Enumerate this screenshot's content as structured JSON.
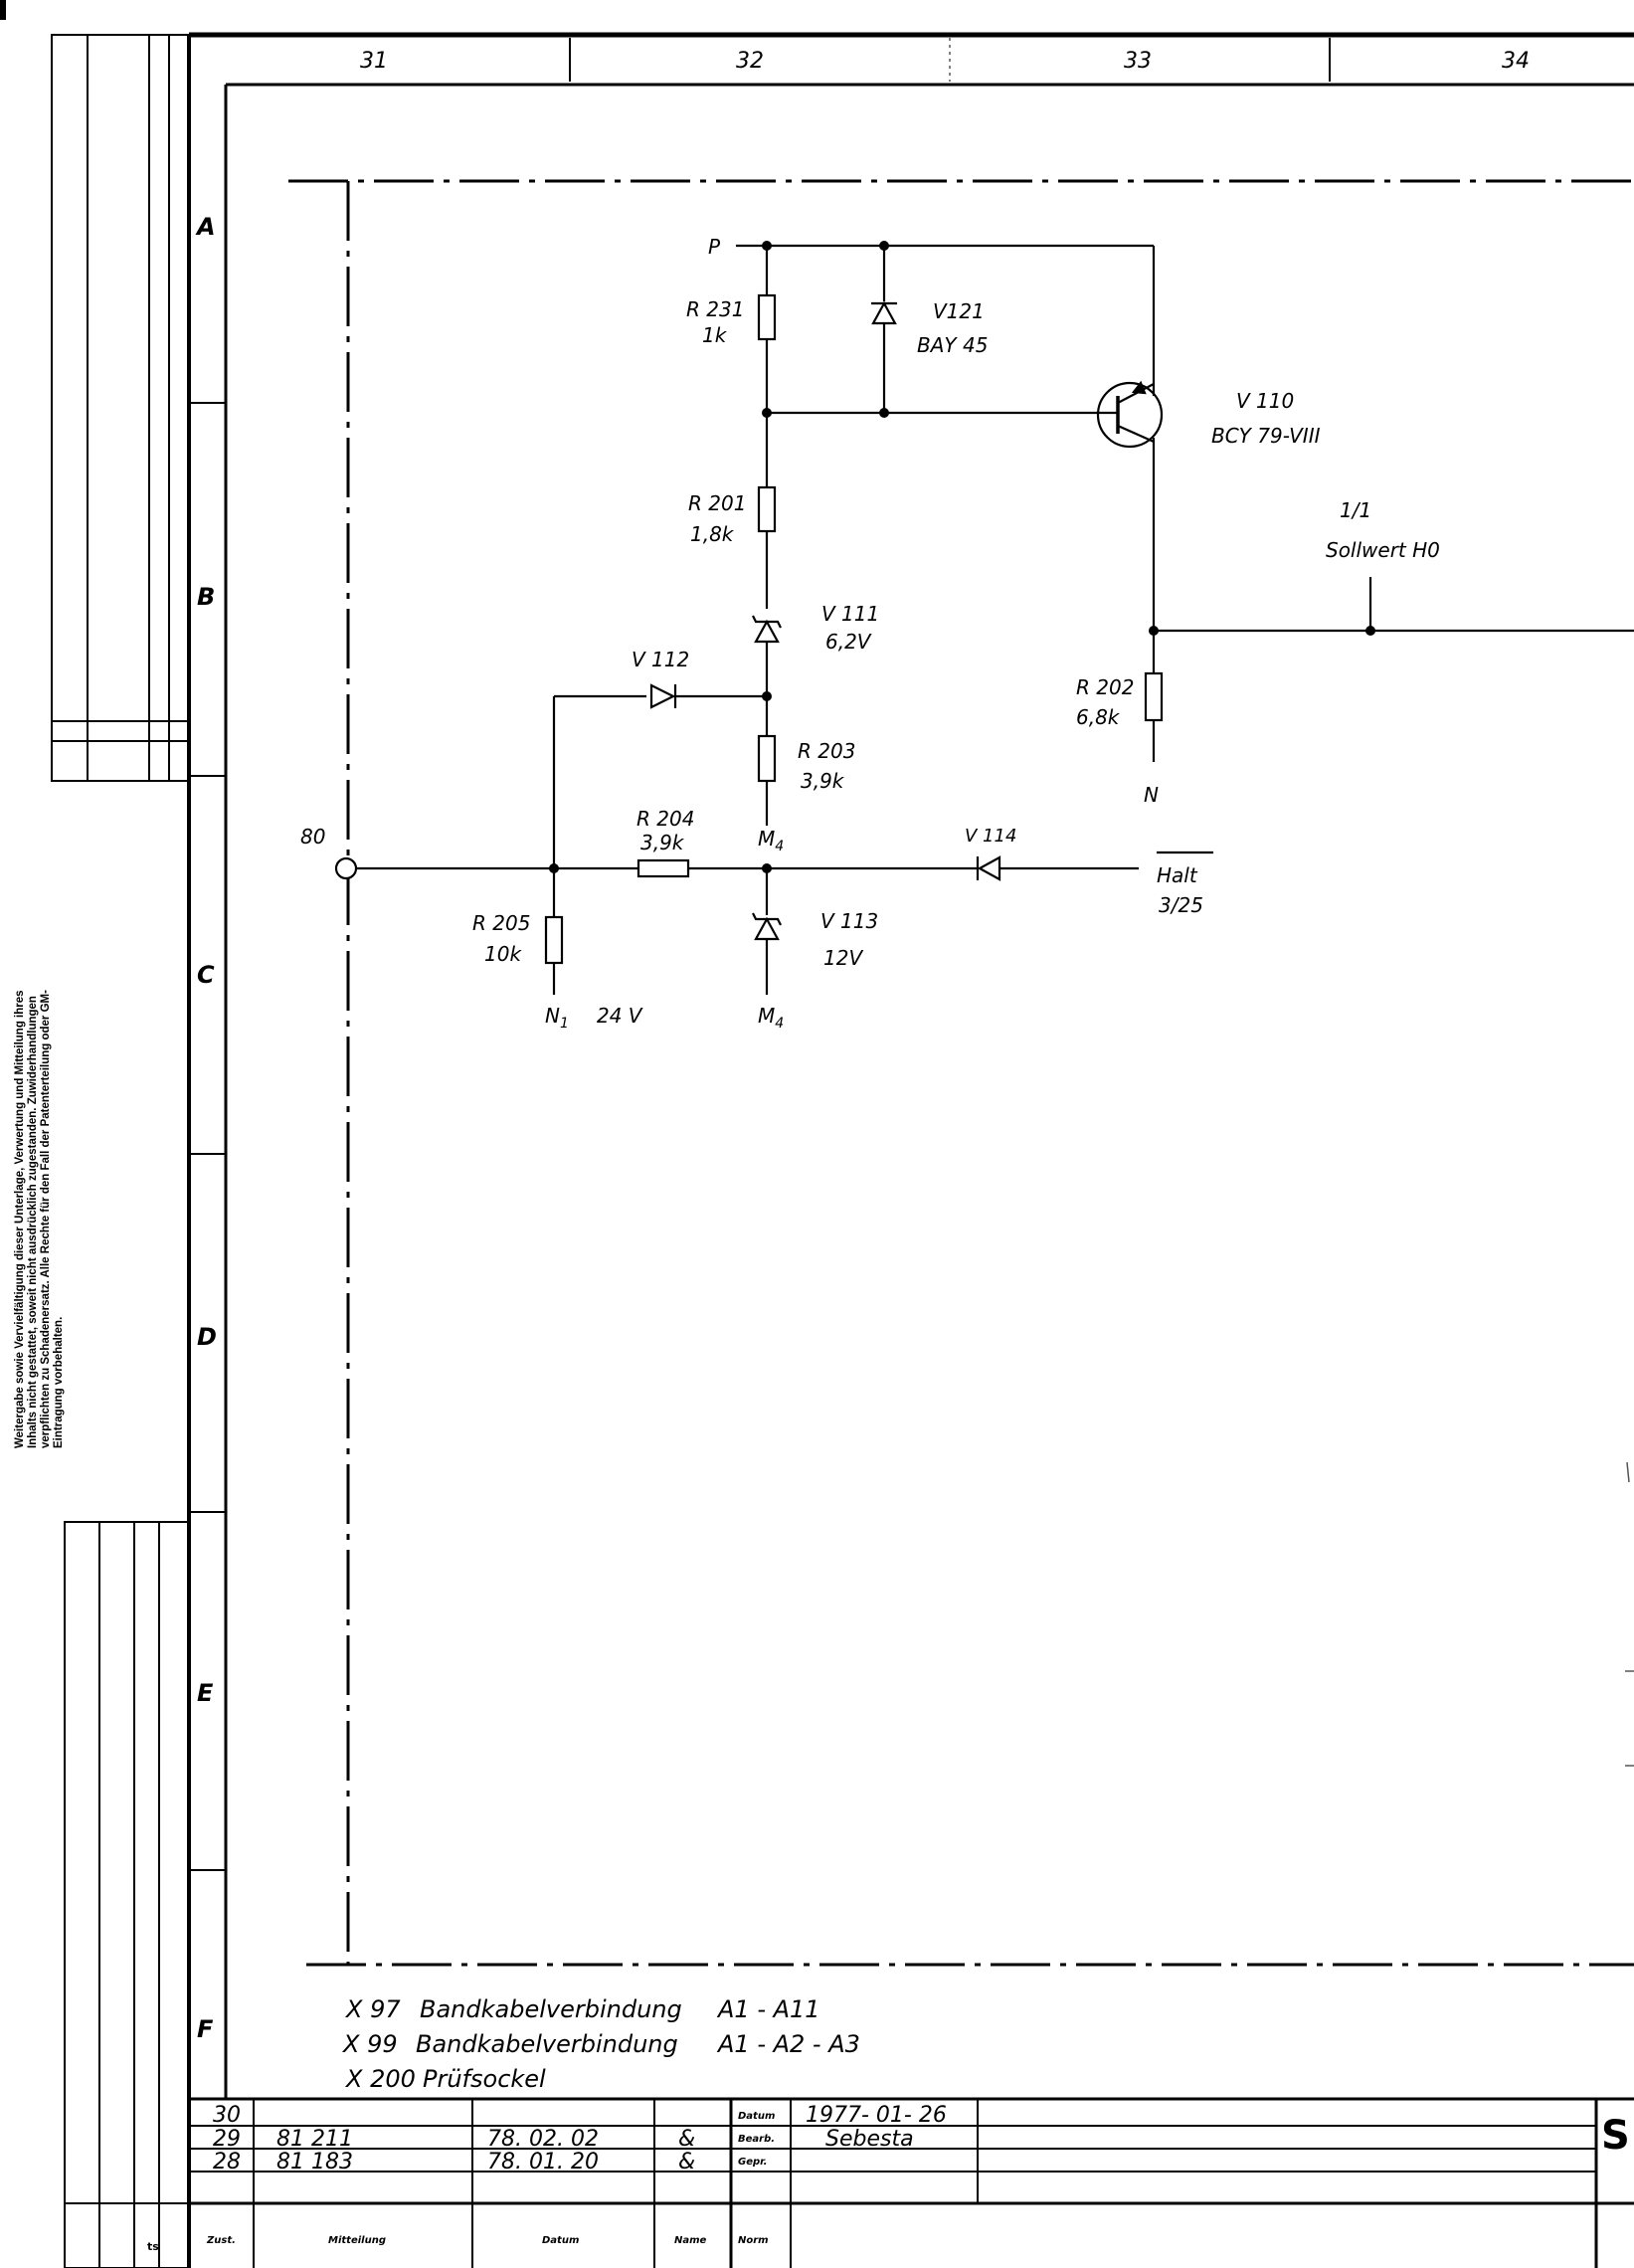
{
  "columns": [
    "31",
    "32",
    "33",
    "34"
  ],
  "rows": [
    "A",
    "B",
    "C",
    "D",
    "E",
    "F"
  ],
  "components": {
    "r231": {
      "ref": "R 231",
      "val": "1k"
    },
    "v121": {
      "ref": "V121",
      "val": "BAY 45"
    },
    "v110": {
      "ref": "V 110",
      "val": "BCY 79-VIII"
    },
    "r201": {
      "ref": "R 201",
      "val": "1,8k"
    },
    "v111": {
      "ref": "V 111",
      "val": "6,2V"
    },
    "v112": {
      "ref": "V 112"
    },
    "r203": {
      "ref": "R 203",
      "val": "3,9k"
    },
    "r202": {
      "ref": "R 202",
      "val": "6,8k"
    },
    "r204": {
      "ref": "R 204",
      "val": "3,9k"
    },
    "v114": {
      "ref": "V 114"
    },
    "r205": {
      "ref": "R 205",
      "val": "10k"
    },
    "v113": {
      "ref": "V 113",
      "val": "12V"
    }
  },
  "nets": {
    "p": "P",
    "n": "N",
    "n1": "N",
    "n1_sub": "1",
    "n1_voltage": "24 V",
    "m4": "M",
    "m4_sub": "4",
    "connector80": "80"
  },
  "signals": {
    "sollwert_ref": "1/1",
    "sollwert_label": "Sollwert H0",
    "halt_label": "Halt",
    "halt_ref": "3/25"
  },
  "notes": [
    {
      "id": "X 97",
      "desc": "Bandkabelverbindung",
      "conn": "A1 - A11"
    },
    {
      "id": "X 99",
      "desc": "Bandkabelverbindung",
      "conn": "A1 - A2 - A3"
    },
    {
      "id": "X 200",
      "desc": "Prüfsockel",
      "conn": ""
    }
  ],
  "legal_text": "Weitergabe sowie Vervielfältigung dieser Unterlage, Verwertung und Mitteilung ihres Inhalts nicht gestattet, soweit nicht ausdrücklich zugestanden. Zuwiderhandlungen verpflichten zu Schadenersatz. Alle Rechte für den Fall der Patenterteilung oder GM-Eintragung vorbehalten.",
  "title_block": {
    "rows": [
      {
        "zust": "30",
        "mitteilung": "",
        "datum": "",
        "name": ""
      },
      {
        "zust": "29",
        "mitteilung": "81 211",
        "datum": "78. 02. 02",
        "name": "&"
      },
      {
        "zust": "28",
        "mitteilung": "81 183",
        "datum": "78. 01. 20",
        "name": "&"
      }
    ],
    "headers": {
      "zust": "Zust.",
      "mitteilung": "Mitteilung",
      "datum": "Datum",
      "name": "Name",
      "norm": "Norm"
    },
    "datum_label": "Datum",
    "datum_value": "1977- 01- 26",
    "bearb_label": "Bearb.",
    "bearb_value": "Sebesta",
    "gepr_label": "Gepr.",
    "logo_letter": "S",
    "corner_mark": "ts"
  }
}
